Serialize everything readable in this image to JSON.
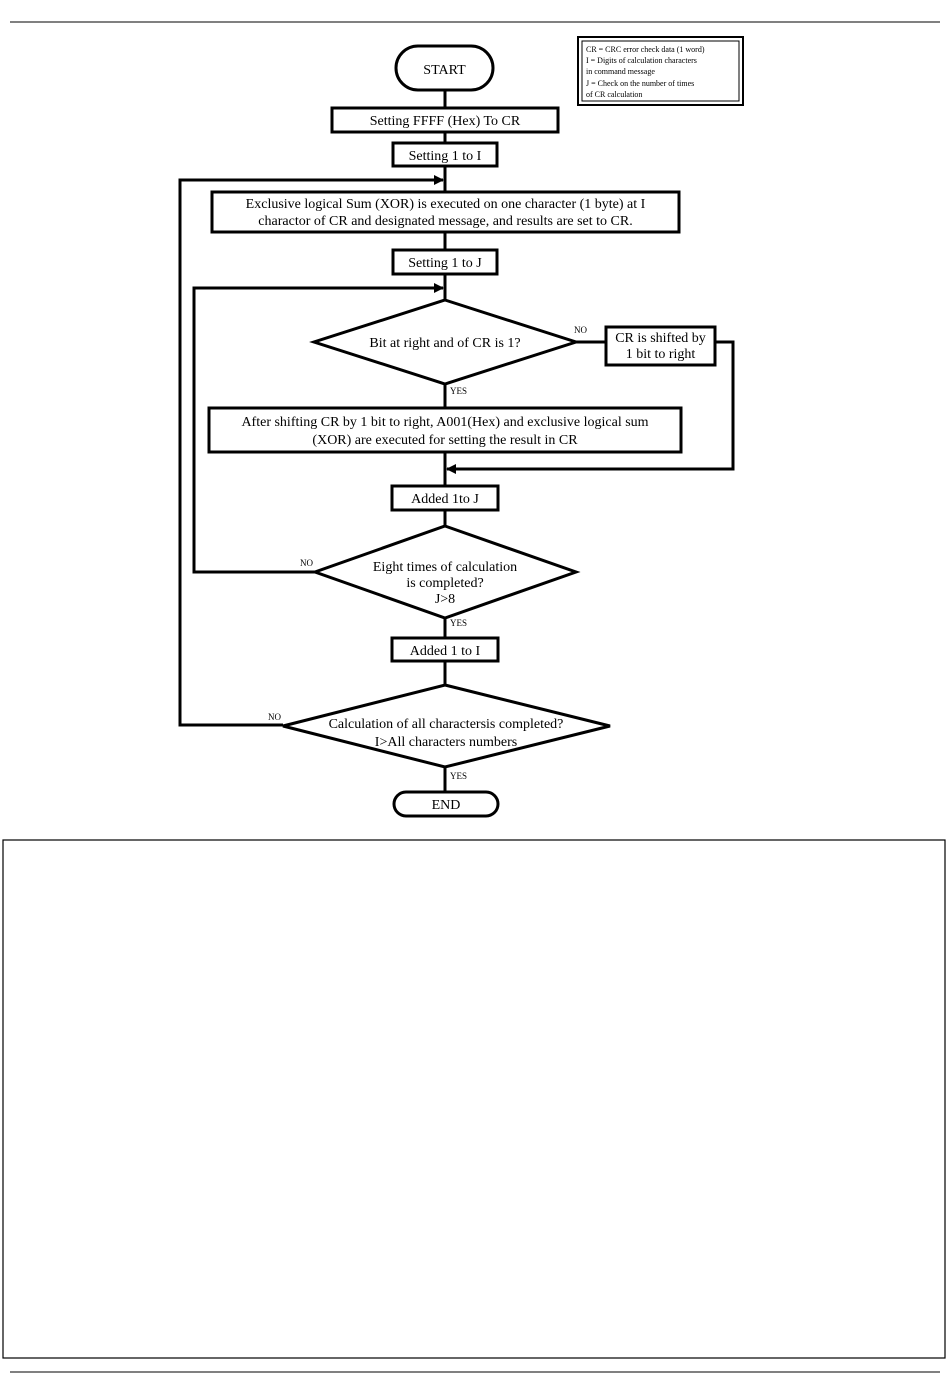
{
  "flowchart": {
    "start": "START",
    "end": "END",
    "legend": [
      "CR = CRC error check data (1 word)",
      "I    = Digits of calculation characters",
      "          in command message",
      "J    = Check on the number of times",
      "          of CR calculation"
    ],
    "step_set_ffff": "Setting FFFF (Hex) To CR",
    "step_set_i": "Setting 1 to I",
    "step_xor_line1": "Exclusive logical Sum (XOR) is executed on one character (1 byte) at I",
    "step_xor_line2": "charactor of CR and designated message, and results are set to CR.",
    "step_set_j": "Setting 1 to J",
    "decision_bit": "Bit at right and of CR is 1?",
    "step_shift_line1": "CR is shifted by",
    "step_shift_line2": "1 bit to right",
    "step_a001_line1": "After shifting CR by 1 bit to right, A001(Hex) and exclusive logical sum",
    "step_a001_line2": "(XOR) are executed for setting the result in CR",
    "step_add_j": "Added 1to J",
    "decision_eight_line1": "Eight times of calculation",
    "decision_eight_line2": "is completed?",
    "decision_eight_line3": "J>8",
    "step_add_i": "Added 1 to I",
    "decision_all_line1": "Calculation of all charactersis completed?",
    "decision_all_line2": "I>All characters numbers",
    "no": "NO",
    "yes": "YES"
  }
}
